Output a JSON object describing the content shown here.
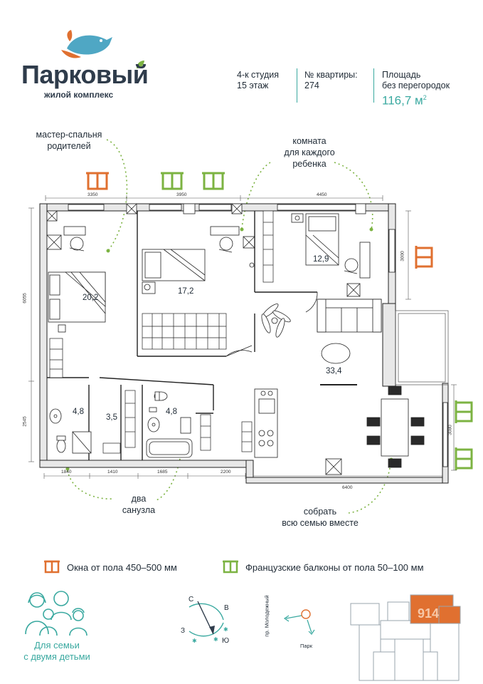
{
  "logo": {
    "name": "Парковый",
    "subtitle": "жилой комплекс"
  },
  "header": {
    "type_line1": "4-к студия",
    "type_line2": "15 этаж",
    "apt_label": "№ квартиры:",
    "apt_number": "274",
    "area_label1": "Площадь",
    "area_label2": "без перегородок",
    "area_value": "116,7 м",
    "area_unit_sup": "2"
  },
  "annotations": {
    "master_line1": "мастер-спальня",
    "master_line2": "родителей",
    "kids_line1": "комната",
    "kids_line2": "для каждого",
    "kids_line3": "ребенка",
    "bath_line1": "два",
    "bath_line2": "санузла",
    "family_line1": "собрать",
    "family_line2": "всю семью вместе"
  },
  "dimensions": {
    "top1": "3350",
    "top2": "3950",
    "top3": "4450",
    "left1": "6055",
    "left2": "2545",
    "right1": "3000",
    "right2": "3080",
    "bottom1": "1840",
    "bottom2": "1410",
    "bottom3": "1685",
    "bottom4": "2200",
    "bottom5": "6400"
  },
  "rooms": {
    "bed_master": "20,2",
    "bed_middle": "17,2",
    "bed_right": "12,9",
    "living": "33,4",
    "bath1": "4,8",
    "hall": "3,5",
    "bath2": "4,8"
  },
  "legend": {
    "windows": "Окна от пола 450–500 мм",
    "balconies": "Французские балконы от пола 50–100 мм"
  },
  "family": {
    "line1": "Для семьи",
    "line2": "с двумя детьми"
  },
  "compass": {
    "n": "С",
    "s": "Ю",
    "w": "З",
    "e": "В"
  },
  "location": {
    "street": "пр. Молодежный",
    "park": "Парк",
    "building_no": "914"
  },
  "colors": {
    "accent": "#3aa9a0",
    "window": "#e07030",
    "balcony": "#7cb342",
    "wall": "#e8e8e8"
  }
}
